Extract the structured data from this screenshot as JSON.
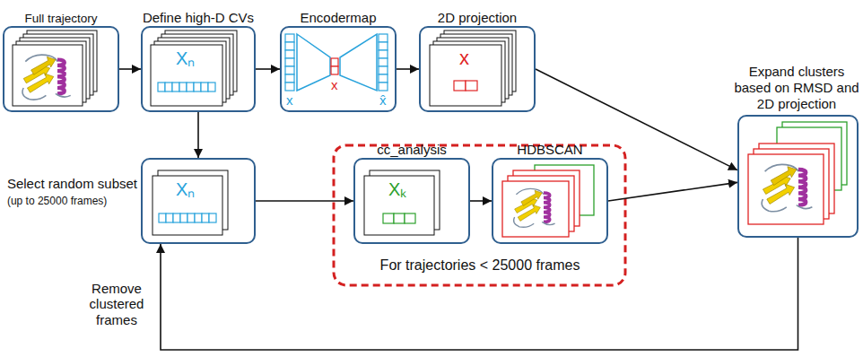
{
  "diagram": {
    "nodes": [
      {
        "text": [
          "Full trajectory"
        ]
      },
      {
        "text": [
          "Define high-D CVs"
        ]
      },
      {
        "text": [
          "Encodermap"
        ]
      },
      {
        "text": [
          "2D projection"
        ]
      },
      {
        "text": [
          "Expand clusters based on RMSD and 2D projection"
        ]
      },
      {
        "text": [
          "Select random subset",
          "(up to 25000 frames)"
        ]
      },
      {
        "text": [
          "cc_analysis"
        ]
      },
      {
        "text": [
          "HDBSCAN"
        ]
      }
    ],
    "edges": [
      {
        "from": 0,
        "to": 1,
        "arrow": "to"
      },
      {
        "from": 1,
        "to": 2,
        "arrow": "to"
      },
      {
        "from": 2,
        "to": 3,
        "arrow": "to"
      },
      {
        "from": 1,
        "to": 5,
        "arrow": "to"
      },
      {
        "from": 5,
        "to": 6,
        "arrow": "to"
      },
      {
        "from": 6,
        "to": 7,
        "arrow": "to"
      },
      {
        "from": 3,
        "to": 4,
        "arrow": "to"
      },
      {
        "from": 7,
        "to": 4,
        "arrow": "to"
      },
      {
        "from": 4,
        "to": 5,
        "label": "Remove clustered frames",
        "arrow": "to"
      }
    ],
    "labels": [
      "Xₙ",
      "x",
      "x",
      "x̂",
      "x",
      "Xₙ",
      "Xₖ",
      "For trajectories < 25000 frames"
    ]
  }
}
